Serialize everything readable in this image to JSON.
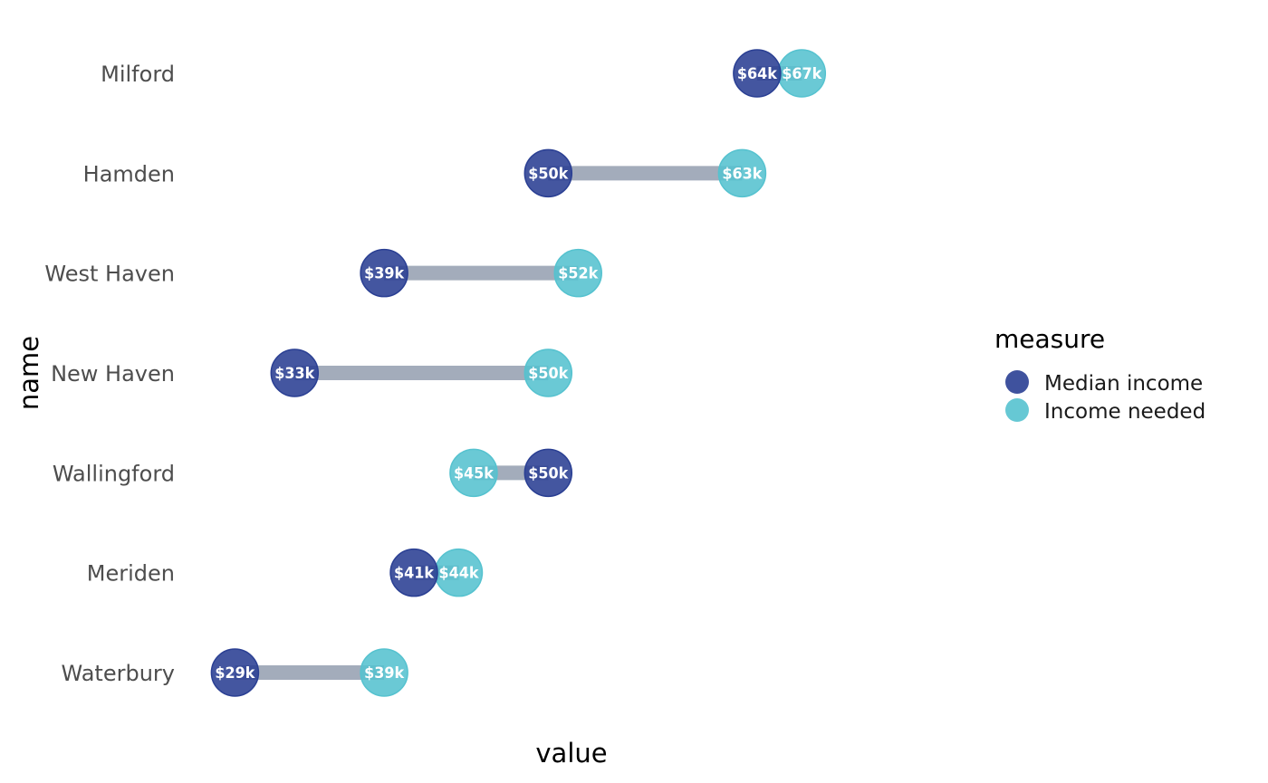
{
  "chart_data": {
    "type": "scatter",
    "subtype": "dumbbell",
    "xlabel": "value",
    "ylabel": "name",
    "xlim": [
      26,
      77
    ],
    "grid": false,
    "categories": [
      "Milford",
      "Hamden",
      "West Haven",
      "New Haven",
      "Wallingford",
      "Meriden",
      "Waterbury"
    ],
    "series": [
      {
        "name": "Median income",
        "color": "#2a3f93",
        "values": [
          64,
          50,
          39,
          33,
          50,
          41,
          29
        ],
        "labels": [
          "$64k",
          "$50k",
          "$39k",
          "$33k",
          "$50k",
          "$41k",
          "$29k"
        ]
      },
      {
        "name": "Income needed",
        "color": "#55c2cf",
        "values": [
          67,
          63,
          52,
          50,
          45,
          44,
          39
        ],
        "labels": [
          "$67k",
          "$63k",
          "$52k",
          "$50k",
          "$45k",
          "$44k",
          "$39k"
        ]
      }
    ],
    "segment_color": "#a3acbb",
    "legend": {
      "title": "measure",
      "position": "right"
    }
  }
}
